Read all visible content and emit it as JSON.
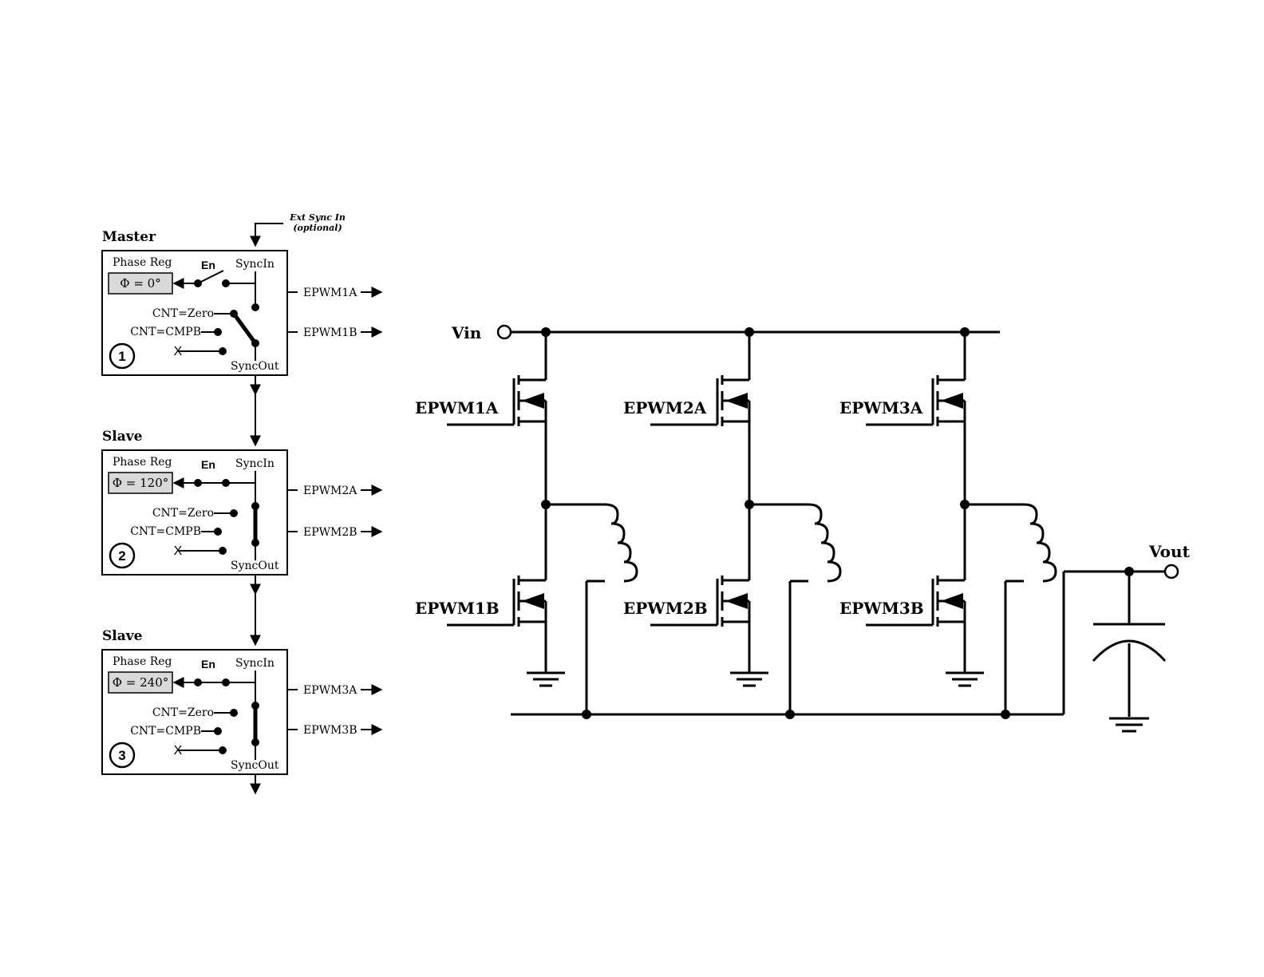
{
  "ext_sync": {
    "line1": "Ext Sync In",
    "line2": "(optional)"
  },
  "modules": [
    {
      "role": "Master",
      "phase_reg": "Phase Reg",
      "phase_value": "Φ = 0°",
      "en": "En",
      "sync_in": "SyncIn",
      "sync_out": "SyncOut",
      "cnt_zero": "CNT=Zero",
      "cnt_cmpb": "CNT=CMPB",
      "x_mark": "X",
      "number": "1",
      "out_a": "EPWM1A",
      "out_b": "EPWM1B"
    },
    {
      "role": "Slave",
      "phase_reg": "Phase Reg",
      "phase_value": "Φ = 120°",
      "en": "En",
      "sync_in": "SyncIn",
      "sync_out": "SyncOut",
      "cnt_zero": "CNT=Zero",
      "cnt_cmpb": "CNT=CMPB",
      "x_mark": "X",
      "number": "2",
      "out_a": "EPWM2A",
      "out_b": "EPWM2B"
    },
    {
      "role": "Slave",
      "phase_reg": "Phase Reg",
      "phase_value": "Φ = 240°",
      "en": "En",
      "sync_in": "SyncIn",
      "sync_out": "SyncOut",
      "cnt_zero": "CNT=Zero",
      "cnt_cmpb": "CNT=CMPB",
      "x_mark": "X",
      "number": "3",
      "out_a": "EPWM3A",
      "out_b": "EPWM3B"
    }
  ],
  "circuit": {
    "vin": "Vin",
    "vout": "Vout",
    "phases": [
      {
        "high": "EPWM1A",
        "low": "EPWM1B"
      },
      {
        "high": "EPWM2A",
        "low": "EPWM2B"
      },
      {
        "high": "EPWM3A",
        "low": "EPWM3B"
      }
    ]
  }
}
